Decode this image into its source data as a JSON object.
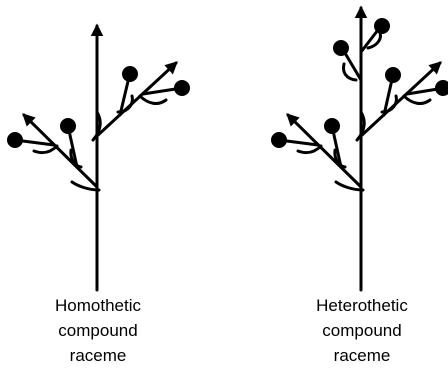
{
  "colors": {
    "ink": "#000000",
    "background": "#ffffff"
  },
  "diagrams": [
    {
      "id": "homothetic",
      "caption_lines": [
        "Homothetic",
        "compound",
        "raceme"
      ]
    },
    {
      "id": "heterothetic",
      "caption_lines": [
        "Heterothetic",
        "compound",
        "raceme"
      ]
    }
  ]
}
